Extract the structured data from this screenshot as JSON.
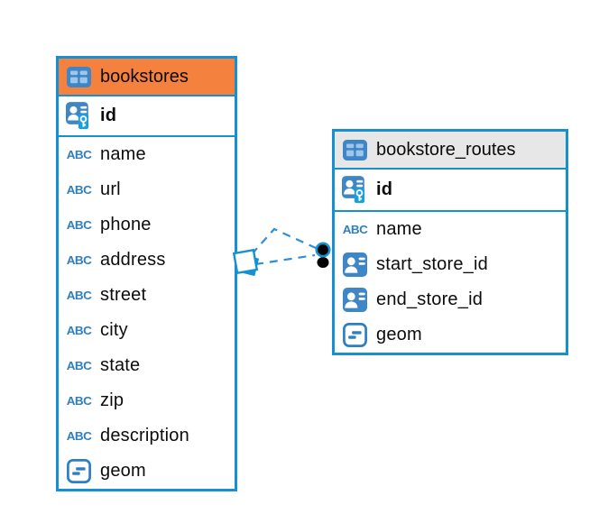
{
  "diagram": {
    "tables": [
      {
        "title": "bookstores",
        "header_color": "#f5813f",
        "columns": [
          {
            "name": "id",
            "type": "primary-key",
            "bold": true
          },
          {
            "name": "name",
            "type": "text"
          },
          {
            "name": "url",
            "type": "text"
          },
          {
            "name": "phone",
            "type": "text"
          },
          {
            "name": "address",
            "type": "text"
          },
          {
            "name": "street",
            "type": "text"
          },
          {
            "name": "city",
            "type": "text"
          },
          {
            "name": "state",
            "type": "text"
          },
          {
            "name": "zip",
            "type": "text"
          },
          {
            "name": "description",
            "type": "text"
          },
          {
            "name": "geom",
            "type": "geometry"
          }
        ]
      },
      {
        "title": "bookstore_routes",
        "header_color": "#e7e7e7",
        "columns": [
          {
            "name": "id",
            "type": "primary-key",
            "bold": true
          },
          {
            "name": "name",
            "type": "text"
          },
          {
            "name": "start_store_id",
            "type": "foreign-key"
          },
          {
            "name": "end_store_id",
            "type": "foreign-key"
          },
          {
            "name": "geom",
            "type": "geometry"
          }
        ]
      }
    ],
    "relationships": [
      {
        "from": "bookstores",
        "to": "bookstore_routes",
        "style": "dashed"
      },
      {
        "from": "bookstores",
        "to": "bookstore_routes",
        "style": "dashed"
      }
    ],
    "icons": {
      "table": "table-grid-icon",
      "primary-key": "person-key-icon",
      "foreign-key": "person-badge-icon",
      "text": "abc-text-icon",
      "geometry": "line-segments-icon",
      "left_endpoint": "diamond-endpoint-icon",
      "right_endpoint": "dot-endpoint-icon"
    },
    "colors": {
      "table_border": "#1591d3",
      "icon_blue": "#3e86c6",
      "abc_blue": "#2e7fc2",
      "orange_header": "#f5813f",
      "gray_header": "#e7e7e7",
      "connector": "#2e8ed6",
      "key_badge": "#189fdf"
    }
  }
}
